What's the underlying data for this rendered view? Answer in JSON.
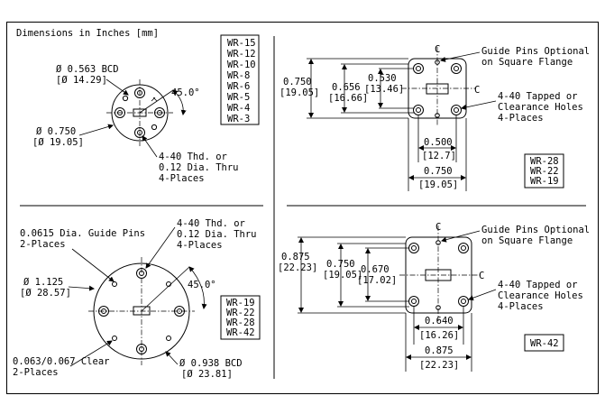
{
  "header": {
    "units_label": "Dimensions in Inches [mm]"
  },
  "q1": {
    "models": [
      "WR-15",
      "WR-12",
      "WR-10",
      "WR-8",
      "WR-6",
      "WR-5",
      "WR-4",
      "WR-3"
    ],
    "bcd": "Ø 0.563 BCD",
    "bcd_mm": "[Ø 14.29]",
    "dia": "Ø 0.750",
    "dia_mm": "[Ø 19.05]",
    "angle": "45.0°",
    "hole_1": "4-40 Thd. or",
    "hole_2": "0.12 Dia. Thru",
    "hole_3": "4-Places"
  },
  "q2": {
    "cl": "C",
    "pins_1": "Guide Pins Optional",
    "pins_2": "on Square Flange",
    "holes_1": "4-40 Tapped or",
    "holes_2": "Clearance Holes",
    "holes_3": "4-Places",
    "h1": "0.750",
    "h1_mm": "[19.05]",
    "h2": "0.656",
    "h2_mm": "[16.66]",
    "h3": "0.530",
    "h3_mm": "[13.46]",
    "w1": "0.500",
    "w1_mm": "[12.7]",
    "w2": "0.750",
    "w2_mm": "[19.05]",
    "models": [
      "WR-28",
      "WR-22",
      "WR-19"
    ]
  },
  "q3": {
    "guide_1": "0.0615 Dia. Guide Pins",
    "guide_2": "2-Places",
    "thd_1": "4-40 Thd. or",
    "thd_2": "0.12 Dia. Thru",
    "thd_3": "4-Places",
    "dia": "Ø 1.125",
    "dia_mm": "[Ø 28.57]",
    "angle": "45.0°",
    "models": [
      "WR-19",
      "WR-22",
      "WR-28",
      "WR-42"
    ],
    "clear_1": "0.063/0.067 Clear",
    "clear_2": "2-Places",
    "bcd": "Ø 0.938 BCD",
    "bcd_mm": "[Ø 23.81]"
  },
  "q4": {
    "cl": "C",
    "pins_1": "Guide Pins Optional",
    "pins_2": "on Square Flange",
    "holes_1": "4-40 Tapped or",
    "holes_2": "Clearance Holes",
    "holes_3": "4-Places",
    "h1": "0.875",
    "h1_mm": "[22.23]",
    "h2": "0.750",
    "h2_mm": "[19.05]",
    "h3": "0.670",
    "h3_mm": "[17.02]",
    "w1": "0.640",
    "w1_mm": "[16.26]",
    "w2": "0.875",
    "w2_mm": "[22.23]",
    "model": "WR-42"
  }
}
